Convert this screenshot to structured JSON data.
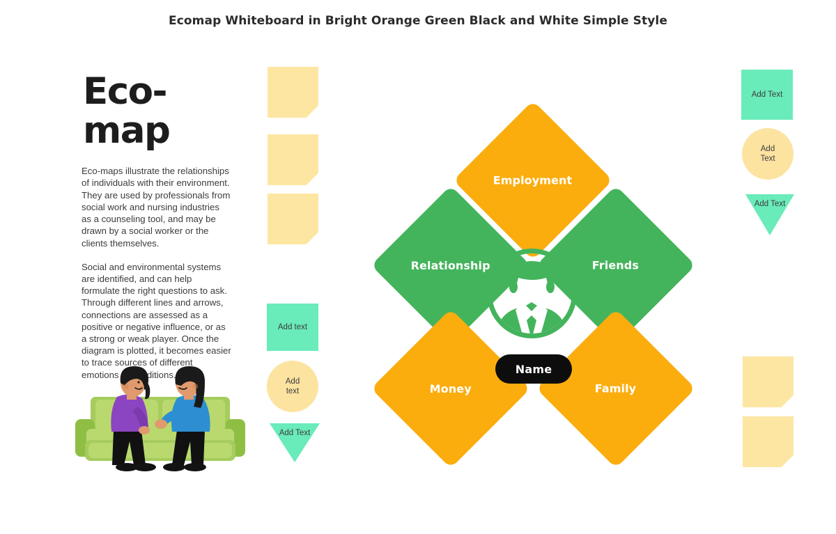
{
  "page": {
    "title": "Ecomap Whiteboard in Bright Orange Green Black and White Simple Style",
    "background": "#FFFFFF"
  },
  "colors": {
    "orange": "#FBAD0E",
    "green": "#44B45C",
    "mint": "#69EBBA",
    "sticky_yellow": "#FCE6A2",
    "circle_yellow": "#FCE3A0",
    "black": "#0D0D0D",
    "text_dark": "#3B3B3B"
  },
  "left_panel": {
    "heading": "Eco-map",
    "paragraphs": [
      "Eco-maps illustrate the relationships of individuals with their environment. They are used by professionals from social work and nursing industries as a counseling tool, and may be drawn by a social worker or the clients themselves.",
      "Social and environmental systems are identified, and can help formulate the right questions to ask. Through different lines and arrows, connections are assessed as a positive or negative influence, or as a strong or weak player. Once the diagram is plotted, it becomes easier to trace sources of different emotions or conditions."
    ],
    "illustration": "two-women-talking-on-couch-illustration"
  },
  "left_shapes": {
    "sticky_notes": [
      {
        "label": ""
      },
      {
        "label": ""
      },
      {
        "label": ""
      }
    ],
    "square": {
      "label": "Add text"
    },
    "circle": {
      "label": "Add\ntext",
      "line1": "Add",
      "line2": "text"
    },
    "triangle": {
      "label": "Add Text"
    }
  },
  "right_shapes": {
    "square": {
      "label": "Add Text"
    },
    "circle": {
      "line1": "Add",
      "line2": "Text"
    },
    "triangle": {
      "label": "Add Text"
    },
    "sticky_notes": [
      {
        "label": ""
      },
      {
        "label": ""
      }
    ]
  },
  "ecomap": {
    "center": {
      "avatar_icon": "person-avatar-icon",
      "name_label": "Name"
    },
    "nodes": [
      {
        "id": "employment",
        "label": "Employment",
        "color": "#FBAD0E",
        "position": "top"
      },
      {
        "id": "relationship",
        "label": "Relationship",
        "color": "#44B45C",
        "position": "upper-left"
      },
      {
        "id": "friends",
        "label": "Friends",
        "color": "#44B45C",
        "position": "upper-right"
      },
      {
        "id": "money",
        "label": "Money",
        "color": "#FBAD0E",
        "position": "lower-left"
      },
      {
        "id": "family",
        "label": "Family",
        "color": "#FBAD0E",
        "position": "lower-right"
      }
    ]
  }
}
